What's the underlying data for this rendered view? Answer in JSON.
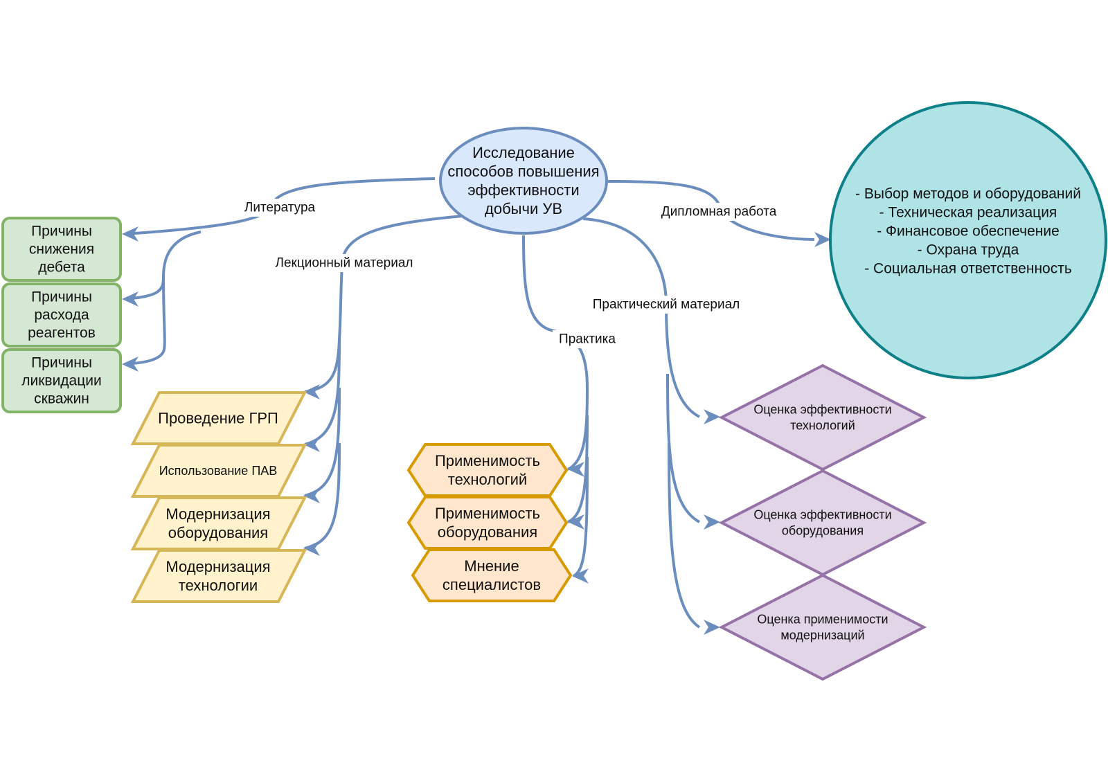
{
  "colors": {
    "edge": "#6c8ebf",
    "center_fill": "#dae8fc",
    "center_stroke": "#6c8ebf",
    "green_fill": "#d5e8d4",
    "green_stroke": "#82b366",
    "yellow_fill": "#fff2cc",
    "yellow_stroke": "#d6b656",
    "orange_fill": "#ffe6cc",
    "orange_stroke": "#d79b00",
    "purple_fill": "#e1d5e7",
    "purple_stroke": "#9673a6",
    "teal_fill": "#b0e3e6",
    "teal_stroke": "#0e8088"
  },
  "center": {
    "lines": [
      "Исследование",
      "способов повышения",
      "эффективности",
      "добычи УВ"
    ]
  },
  "edge_labels": {
    "literature": "Литература",
    "lecture": "Лекционный материал",
    "practice": "Практика",
    "practical_material": "Практический материал",
    "diploma": "Дипломная работа"
  },
  "literature_nodes": [
    {
      "lines": [
        "Причины",
        "снижения",
        "дебета"
      ]
    },
    {
      "lines": [
        "Причины",
        "расхода",
        "реагентов"
      ]
    },
    {
      "lines": [
        "Причины",
        "ликвидации",
        "скважин"
      ]
    }
  ],
  "lecture_nodes": [
    {
      "lines": [
        "Проведение ГРП"
      ]
    },
    {
      "lines": [
        "Использование ПАВ"
      ]
    },
    {
      "lines": [
        "Модернизация",
        "оборудования"
      ]
    },
    {
      "lines": [
        "Модернизация",
        "технологии"
      ]
    }
  ],
  "practice_nodes": [
    {
      "lines": [
        "Применимость",
        "технологий"
      ]
    },
    {
      "lines": [
        "Применимость",
        "оборудования"
      ]
    },
    {
      "lines": [
        "Мнение",
        "специалистов"
      ]
    }
  ],
  "practical_nodes": [
    {
      "lines": [
        "Оценка эффективности",
        "технологий"
      ]
    },
    {
      "lines": [
        "Оценка эффективности",
        "оборудования"
      ]
    },
    {
      "lines": [
        "Оценка применимости",
        "модернизаций"
      ]
    }
  ],
  "diploma": {
    "lines": [
      "- Выбор методов и оборудований",
      "- Техническая реализация",
      "- Финансовое обеспечение",
      "- Охрана труда",
      "- Социальная ответственность"
    ]
  }
}
